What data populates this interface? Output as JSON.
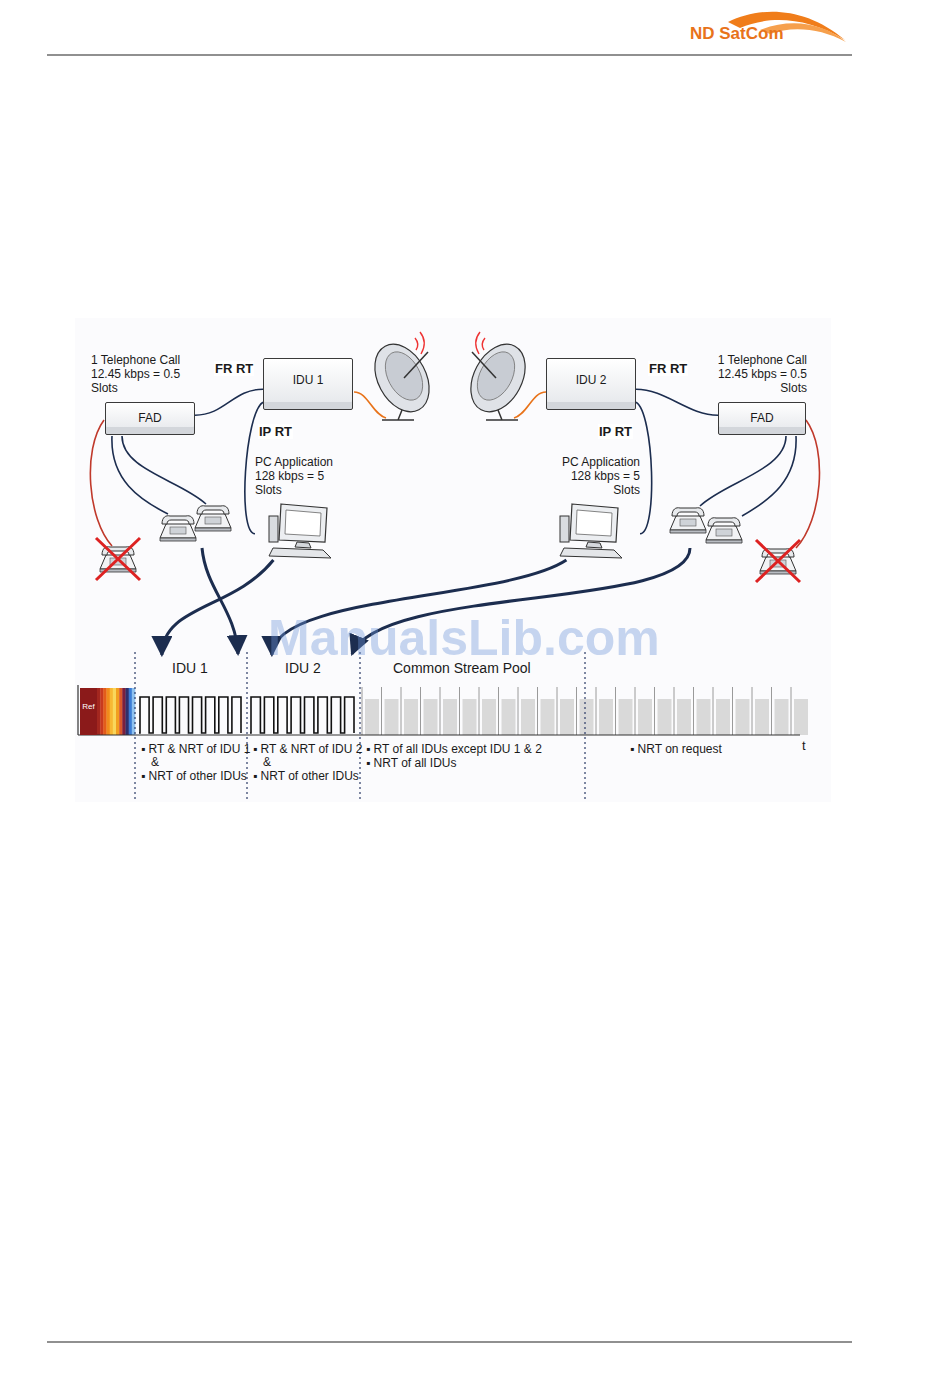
{
  "diagram": {
    "nodes": [
      {
        "text": [
          "1 Telephone Call 12.45 kbps = 0.5 Slots",
          "FAD"
        ]
      },
      {
        "text": [
          "IDU 1"
        ]
      },
      {
        "text": [
          "PC Application 128 kbps = 5 Slots"
        ]
      },
      {
        "text": [
          "IDU 2"
        ]
      },
      {
        "text": [
          "1 Telephone Call 12.45 kbps = 0.5 Slots",
          "FAD"
        ]
      },
      {
        "text": [
          "PC Application 128 kbps = 5 Slots"
        ]
      },
      {
        "text": [
          "Ref"
        ]
      },
      {
        "text": [
          "IDU 1",
          "▪ RT & NRT of IDU 1 &",
          "▪ NRT of other IDUs"
        ]
      },
      {
        "text": [
          "IDU 2",
          "▪ RT & NRT of IDU 2 &",
          "▪ NRT of other IDUs"
        ]
      },
      {
        "text": [
          "Common Stream Pool",
          "▪ RT of all IDUs except IDU 1 & 2",
          "▪ NRT of all IDUs"
        ]
      },
      {
        "text": [
          "▪ NRT on request"
        ]
      }
    ],
    "edges": [
      {
        "from": 0,
        "to": 1,
        "label": "FR RT",
        "arrow": "none"
      },
      {
        "from": 1,
        "to": 2,
        "label": "IP RT",
        "arrow": "none"
      },
      {
        "from": 3,
        "to": 4,
        "label": "FR RT",
        "arrow": "none"
      },
      {
        "from": 3,
        "to": 5,
        "label": "IP RT",
        "arrow": "none"
      },
      {
        "from": 2,
        "to": 7,
        "arrow": "to"
      },
      {
        "from": 5,
        "to": 8,
        "arrow": "to"
      }
    ],
    "labels": [
      "ND SatCom",
      "ManualsLib.com",
      "t"
    ]
  }
}
